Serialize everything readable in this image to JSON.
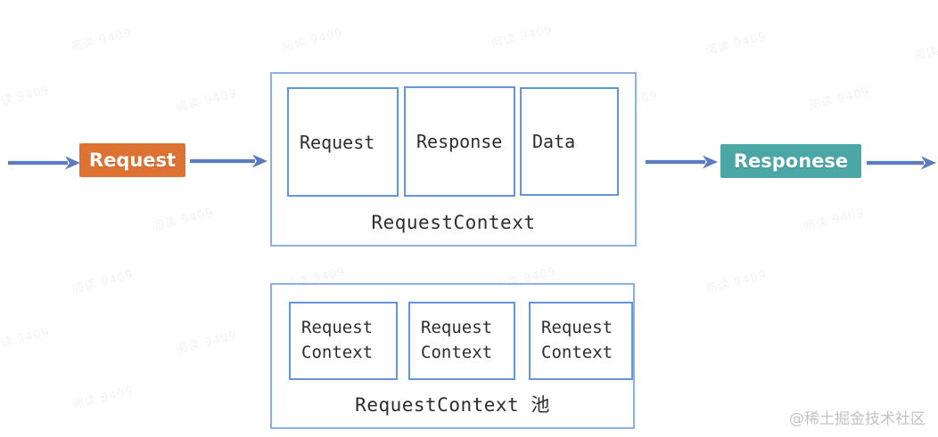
{
  "flow": {
    "request_label": "Request",
    "response_label": "Responese"
  },
  "context_box": {
    "items": [
      "Request",
      "Response",
      "Data"
    ],
    "label": "RequestContext"
  },
  "pool_box": {
    "items": [
      {
        "line1": "Request",
        "line2": "Context"
      },
      {
        "line1": "Request",
        "line2": "Context"
      },
      {
        "line1": "Request",
        "line2": "Context"
      }
    ],
    "label": "RequestContext 池"
  },
  "watermark": {
    "text": "阅读 9409"
  },
  "credit": "@稀土掘金技术社区",
  "colors": {
    "request_fill": "#dd7233",
    "response_fill": "#4aa7a5",
    "arrow": "#5b7cc0",
    "outer_border": "#8db1e0",
    "inner_border": "#6495d8"
  }
}
